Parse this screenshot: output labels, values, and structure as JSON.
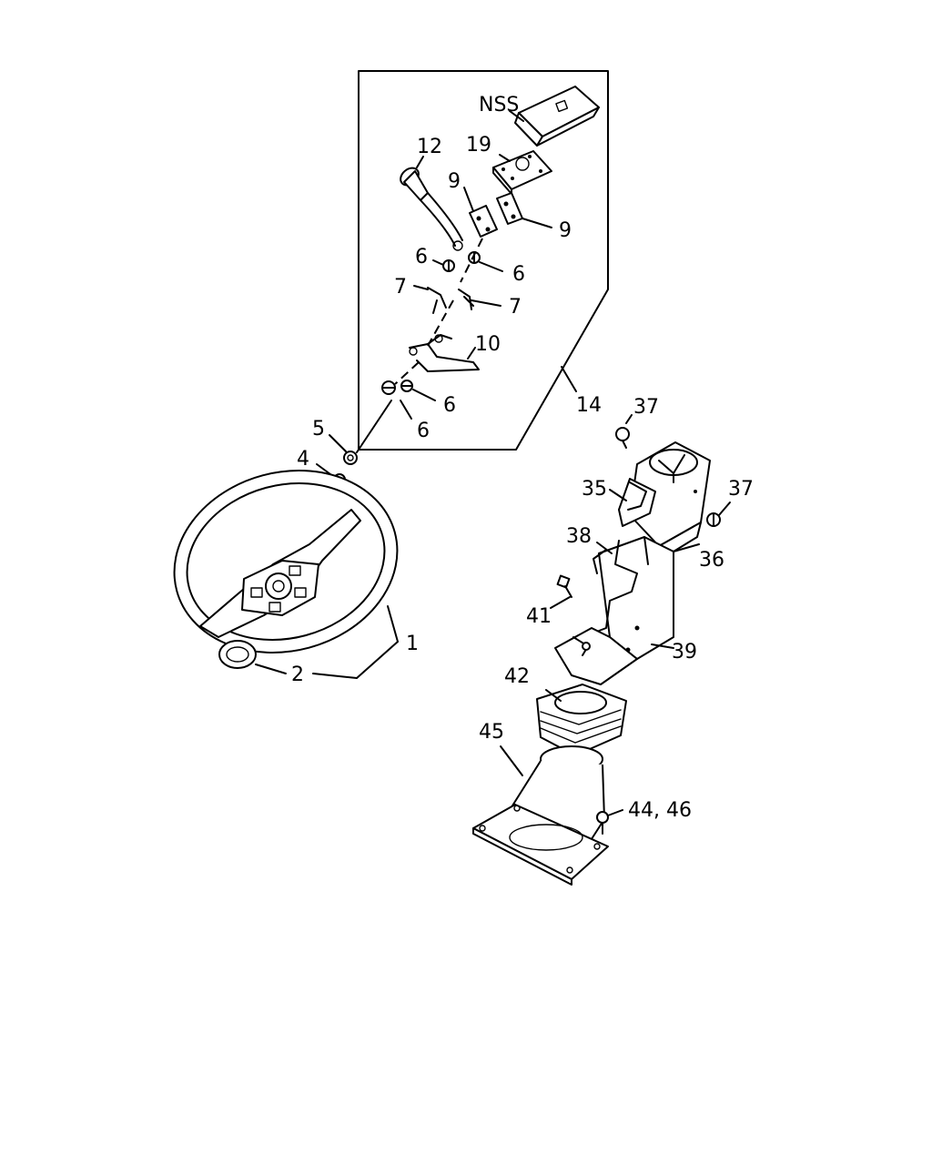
{
  "callouts": {
    "nss": "NSS",
    "p12": "12",
    "p19": "19",
    "p9a": "9",
    "p9b": "9",
    "p6a": "6",
    "p6b": "6",
    "p6c": "6",
    "p6d": "6",
    "p7a": "7",
    "p7b": "7",
    "p10": "10",
    "p14": "14",
    "p5": "5",
    "p4": "4",
    "p1": "1",
    "p2": "2",
    "p37a": "37",
    "p37b": "37",
    "p35": "35",
    "p36": "36",
    "p38": "38",
    "p41": "41",
    "p39": "39",
    "p42": "42",
    "p45": "45",
    "p44_46": "44, 46"
  }
}
